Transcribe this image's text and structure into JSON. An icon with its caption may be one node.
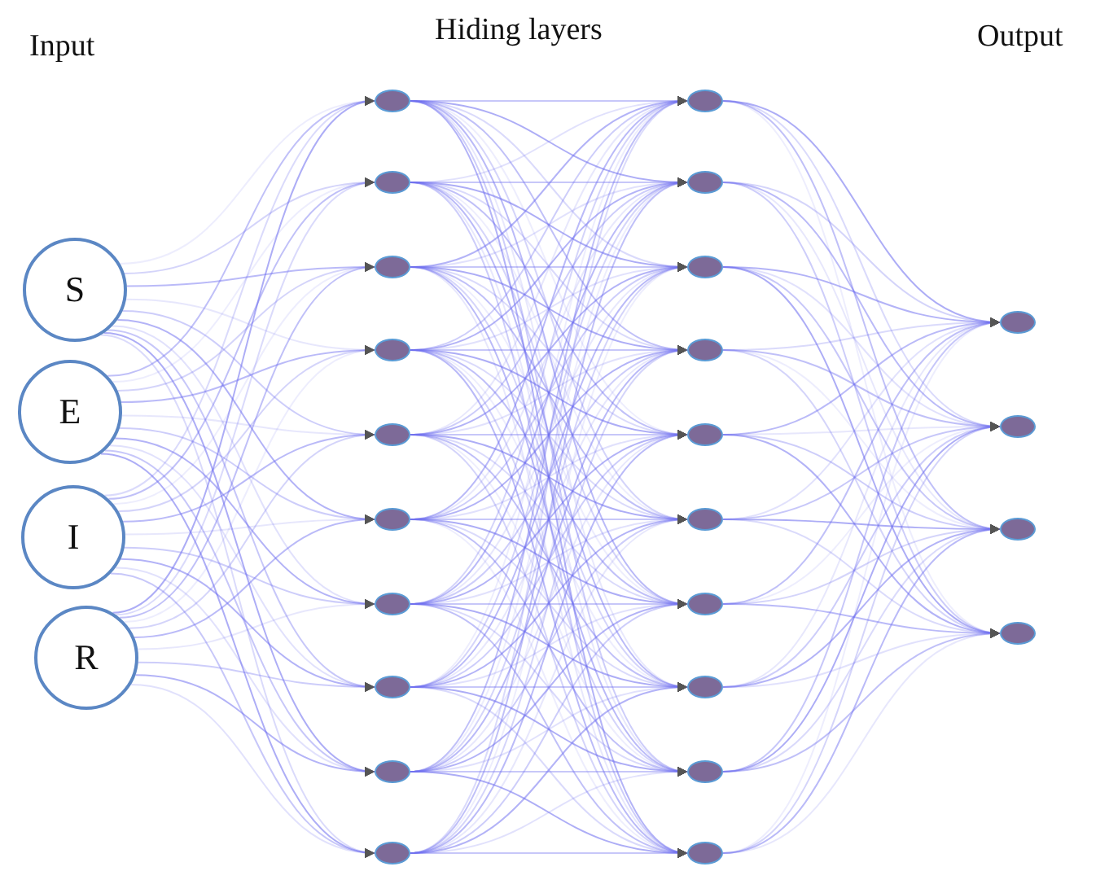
{
  "diagram": {
    "nodes": [
      {
        "text": [
          "S"
        ]
      },
      {
        "text": [
          "E"
        ]
      },
      {
        "text": [
          "I"
        ]
      },
      {
        "text": [
          "R"
        ]
      },
      {
        "text": [],
        "shape": "circle"
      },
      {
        "text": [],
        "shape": "circle"
      },
      {
        "text": [],
        "shape": "circle"
      },
      {
        "text": [],
        "shape": "circle"
      },
      {
        "text": [],
        "shape": "circle"
      },
      {
        "text": [],
        "shape": "circle"
      },
      {
        "text": [],
        "shape": "circle"
      },
      {
        "text": [],
        "shape": "circle"
      },
      {
        "text": [],
        "shape": "circle"
      },
      {
        "text": [],
        "shape": "circle"
      },
      {
        "text": [],
        "shape": "circle"
      },
      {
        "text": [],
        "shape": "circle"
      },
      {
        "text": [],
        "shape": "circle"
      },
      {
        "text": [],
        "shape": "circle"
      },
      {
        "text": [],
        "shape": "circle"
      },
      {
        "text": [],
        "shape": "circle"
      },
      {
        "text": [],
        "shape": "circle"
      },
      {
        "text": [],
        "shape": "circle"
      },
      {
        "text": [],
        "shape": "circle"
      },
      {
        "text": [],
        "shape": "circle"
      },
      {
        "text": [],
        "shape": "circle"
      },
      {
        "text": [],
        "shape": "circle"
      },
      {
        "text": [],
        "shape": "circle"
      },
      {
        "text": [],
        "shape": "circle"
      }
    ],
    "edges": [
      {
        "from": 0,
        "to": 4,
        "arrow": "to"
      },
      {
        "from": 0,
        "to": 5,
        "arrow": "to"
      },
      {
        "from": 0,
        "to": 6,
        "arrow": "to"
      },
      {
        "from": 0,
        "to": 7,
        "arrow": "to"
      },
      {
        "from": 0,
        "to": 8,
        "arrow": "to"
      },
      {
        "from": 0,
        "to": 9,
        "arrow": "to"
      },
      {
        "from": 0,
        "to": 10,
        "arrow": "to"
      },
      {
        "from": 0,
        "to": 11,
        "arrow": "to"
      },
      {
        "from": 0,
        "to": 12,
        "arrow": "to"
      },
      {
        "from": 0,
        "to": 13,
        "arrow": "to"
      },
      {
        "from": 1,
        "to": 4,
        "arrow": "to"
      },
      {
        "from": 1,
        "to": 5,
        "arrow": "to"
      },
      {
        "from": 1,
        "to": 6,
        "arrow": "to"
      },
      {
        "from": 1,
        "to": 7,
        "arrow": "to"
      },
      {
        "from": 1,
        "to": 8,
        "arrow": "to"
      },
      {
        "from": 1,
        "to": 9,
        "arrow": "to"
      },
      {
        "from": 1,
        "to": 10,
        "arrow": "to"
      },
      {
        "from": 1,
        "to": 11,
        "arrow": "to"
      },
      {
        "from": 1,
        "to": 12,
        "arrow": "to"
      },
      {
        "from": 1,
        "to": 13,
        "arrow": "to"
      },
      {
        "from": 2,
        "to": 4,
        "arrow": "to"
      },
      {
        "from": 2,
        "to": 5,
        "arrow": "to"
      },
      {
        "from": 2,
        "to": 6,
        "arrow": "to"
      },
      {
        "from": 2,
        "to": 7,
        "arrow": "to"
      },
      {
        "from": 2,
        "to": 8,
        "arrow": "to"
      },
      {
        "from": 2,
        "to": 9,
        "arrow": "to"
      },
      {
        "from": 2,
        "to": 10,
        "arrow": "to"
      },
      {
        "from": 2,
        "to": 11,
        "arrow": "to"
      },
      {
        "from": 2,
        "to": 12,
        "arrow": "to"
      },
      {
        "from": 2,
        "to": 13,
        "arrow": "to"
      },
      {
        "from": 3,
        "to": 4,
        "arrow": "to"
      },
      {
        "from": 3,
        "to": 5,
        "arrow": "to"
      },
      {
        "from": 3,
        "to": 6,
        "arrow": "to"
      },
      {
        "from": 3,
        "to": 7,
        "arrow": "to"
      },
      {
        "from": 3,
        "to": 8,
        "arrow": "to"
      },
      {
        "from": 3,
        "to": 9,
        "arrow": "to"
      },
      {
        "from": 3,
        "to": 10,
        "arrow": "to"
      },
      {
        "from": 3,
        "to": 11,
        "arrow": "to"
      },
      {
        "from": 3,
        "to": 12,
        "arrow": "to"
      },
      {
        "from": 3,
        "to": 13,
        "arrow": "to"
      },
      {
        "from": 4,
        "to": 14,
        "arrow": "to"
      },
      {
        "from": 4,
        "to": 15,
        "arrow": "to"
      },
      {
        "from": 4,
        "to": 16,
        "arrow": "to"
      },
      {
        "from": 4,
        "to": 17,
        "arrow": "to"
      },
      {
        "from": 4,
        "to": 18,
        "arrow": "to"
      },
      {
        "from": 4,
        "to": 19,
        "arrow": "to"
      },
      {
        "from": 4,
        "to": 20,
        "arrow": "to"
      },
      {
        "from": 4,
        "to": 21,
        "arrow": "to"
      },
      {
        "from": 4,
        "to": 22,
        "arrow": "to"
      },
      {
        "from": 4,
        "to": 23,
        "arrow": "to"
      },
      {
        "from": 5,
        "to": 14,
        "arrow": "to"
      },
      {
        "from": 5,
        "to": 15,
        "arrow": "to"
      },
      {
        "from": 5,
        "to": 16,
        "arrow": "to"
      },
      {
        "from": 5,
        "to": 17,
        "arrow": "to"
      },
      {
        "from": 5,
        "to": 18,
        "arrow": "to"
      },
      {
        "from": 5,
        "to": 19,
        "arrow": "to"
      },
      {
        "from": 5,
        "to": 20,
        "arrow": "to"
      },
      {
        "from": 5,
        "to": 21,
        "arrow": "to"
      },
      {
        "from": 5,
        "to": 22,
        "arrow": "to"
      },
      {
        "from": 5,
        "to": 23,
        "arrow": "to"
      },
      {
        "from": 6,
        "to": 14,
        "arrow": "to"
      },
      {
        "from": 6,
        "to": 15,
        "arrow": "to"
      },
      {
        "from": 6,
        "to": 16,
        "arrow": "to"
      },
      {
        "from": 6,
        "to": 17,
        "arrow": "to"
      },
      {
        "from": 6,
        "to": 18,
        "arrow": "to"
      },
      {
        "from": 6,
        "to": 19,
        "arrow": "to"
      },
      {
        "from": 6,
        "to": 20,
        "arrow": "to"
      },
      {
        "from": 6,
        "to": 21,
        "arrow": "to"
      },
      {
        "from": 6,
        "to": 22,
        "arrow": "to"
      },
      {
        "from": 6,
        "to": 23,
        "arrow": "to"
      },
      {
        "from": 7,
        "to": 14,
        "arrow": "to"
      },
      {
        "from": 7,
        "to": 15,
        "arrow": "to"
      },
      {
        "from": 7,
        "to": 16,
        "arrow": "to"
      },
      {
        "from": 7,
        "to": 17,
        "arrow": "to"
      },
      {
        "from": 7,
        "to": 18,
        "arrow": "to"
      },
      {
        "from": 7,
        "to": 19,
        "arrow": "to"
      },
      {
        "from": 7,
        "to": 20,
        "arrow": "to"
      },
      {
        "from": 7,
        "to": 21,
        "arrow": "to"
      },
      {
        "from": 7,
        "to": 22,
        "arrow": "to"
      },
      {
        "from": 7,
        "to": 23,
        "arrow": "to"
      },
      {
        "from": 8,
        "to": 14,
        "arrow": "to"
      },
      {
        "from": 8,
        "to": 15,
        "arrow": "to"
      },
      {
        "from": 8,
        "to": 16,
        "arrow": "to"
      },
      {
        "from": 8,
        "to": 17,
        "arrow": "to"
      },
      {
        "from": 8,
        "to": 18,
        "arrow": "to"
      },
      {
        "from": 8,
        "to": 19,
        "arrow": "to"
      },
      {
        "from": 8,
        "to": 20,
        "arrow": "to"
      },
      {
        "from": 8,
        "to": 21,
        "arrow": "to"
      },
      {
        "from": 8,
        "to": 22,
        "arrow": "to"
      },
      {
        "from": 8,
        "to": 23,
        "arrow": "to"
      },
      {
        "from": 9,
        "to": 14,
        "arrow": "to"
      },
      {
        "from": 9,
        "to": 15,
        "arrow": "to"
      },
      {
        "from": 9,
        "to": 16,
        "arrow": "to"
      },
      {
        "from": 9,
        "to": 17,
        "arrow": "to"
      },
      {
        "from": 9,
        "to": 18,
        "arrow": "to"
      },
      {
        "from": 9,
        "to": 19,
        "arrow": "to"
      },
      {
        "from": 9,
        "to": 20,
        "arrow": "to"
      },
      {
        "from": 9,
        "to": 21,
        "arrow": "to"
      },
      {
        "from": 9,
        "to": 22,
        "arrow": "to"
      },
      {
        "from": 9,
        "to": 23,
        "arrow": "to"
      },
      {
        "from": 10,
        "to": 14,
        "arrow": "to"
      },
      {
        "from": 10,
        "to": 15,
        "arrow": "to"
      },
      {
        "from": 10,
        "to": 16,
        "arrow": "to"
      },
      {
        "from": 10,
        "to": 17,
        "arrow": "to"
      },
      {
        "from": 10,
        "to": 18,
        "arrow": "to"
      },
      {
        "from": 10,
        "to": 19,
        "arrow": "to"
      },
      {
        "from": 10,
        "to": 20,
        "arrow": "to"
      },
      {
        "from": 10,
        "to": 21,
        "arrow": "to"
      },
      {
        "from": 10,
        "to": 22,
        "arrow": "to"
      },
      {
        "from": 10,
        "to": 23,
        "arrow": "to"
      },
      {
        "from": 11,
        "to": 14,
        "arrow": "to"
      },
      {
        "from": 11,
        "to": 15,
        "arrow": "to"
      },
      {
        "from": 11,
        "to": 16,
        "arrow": "to"
      },
      {
        "from": 11,
        "to": 17,
        "arrow": "to"
      },
      {
        "from": 11,
        "to": 18,
        "arrow": "to"
      },
      {
        "from": 11,
        "to": 19,
        "arrow": "to"
      },
      {
        "from": 11,
        "to": 20,
        "arrow": "to"
      },
      {
        "from": 11,
        "to": 21,
        "arrow": "to"
      },
      {
        "from": 11,
        "to": 22,
        "arrow": "to"
      },
      {
        "from": 11,
        "to": 23,
        "arrow": "to"
      },
      {
        "from": 12,
        "to": 14,
        "arrow": "to"
      },
      {
        "from": 12,
        "to": 15,
        "arrow": "to"
      },
      {
        "from": 12,
        "to": 16,
        "arrow": "to"
      },
      {
        "from": 12,
        "to": 17,
        "arrow": "to"
      },
      {
        "from": 12,
        "to": 18,
        "arrow": "to"
      },
      {
        "from": 12,
        "to": 19,
        "arrow": "to"
      },
      {
        "from": 12,
        "to": 20,
        "arrow": "to"
      },
      {
        "from": 12,
        "to": 21,
        "arrow": "to"
      },
      {
        "from": 12,
        "to": 22,
        "arrow": "to"
      },
      {
        "from": 12,
        "to": 23,
        "arrow": "to"
      },
      {
        "from": 13,
        "to": 14,
        "arrow": "to"
      },
      {
        "from": 13,
        "to": 15,
        "arrow": "to"
      },
      {
        "from": 13,
        "to": 16,
        "arrow": "to"
      },
      {
        "from": 13,
        "to": 17,
        "arrow": "to"
      },
      {
        "from": 13,
        "to": 18,
        "arrow": "to"
      },
      {
        "from": 13,
        "to": 19,
        "arrow": "to"
      },
      {
        "from": 13,
        "to": 20,
        "arrow": "to"
      },
      {
        "from": 13,
        "to": 21,
        "arrow": "to"
      },
      {
        "from": 13,
        "to": 22,
        "arrow": "to"
      },
      {
        "from": 13,
        "to": 23,
        "arrow": "to"
      },
      {
        "from": 14,
        "to": 24,
        "arrow": "to"
      },
      {
        "from": 14,
        "to": 25,
        "arrow": "to"
      },
      {
        "from": 14,
        "to": 26,
        "arrow": "to"
      },
      {
        "from": 14,
        "to": 27,
        "arrow": "to"
      },
      {
        "from": 15,
        "to": 24,
        "arrow": "to"
      },
      {
        "from": 15,
        "to": 25,
        "arrow": "to"
      },
      {
        "from": 15,
        "to": 26,
        "arrow": "to"
      },
      {
        "from": 15,
        "to": 27,
        "arrow": "to"
      },
      {
        "from": 16,
        "to": 24,
        "arrow": "to"
      },
      {
        "from": 16,
        "to": 25,
        "arrow": "to"
      },
      {
        "from": 16,
        "to": 26,
        "arrow": "to"
      },
      {
        "from": 16,
        "to": 27,
        "arrow": "to"
      },
      {
        "from": 17,
        "to": 24,
        "arrow": "to"
      },
      {
        "from": 17,
        "to": 25,
        "arrow": "to"
      },
      {
        "from": 17,
        "to": 26,
        "arrow": "to"
      },
      {
        "from": 17,
        "to": 27,
        "arrow": "to"
      },
      {
        "from": 18,
        "to": 24,
        "arrow": "to"
      },
      {
        "from": 18,
        "to": 25,
        "arrow": "to"
      },
      {
        "from": 18,
        "to": 26,
        "arrow": "to"
      },
      {
        "from": 18,
        "to": 27,
        "arrow": "to"
      },
      {
        "from": 19,
        "to": 24,
        "arrow": "to"
      },
      {
        "from": 19,
        "to": 25,
        "arrow": "to"
      },
      {
        "from": 19,
        "to": 26,
        "arrow": "to"
      },
      {
        "from": 19,
        "to": 27,
        "arrow": "to"
      },
      {
        "from": 20,
        "to": 24,
        "arrow": "to"
      },
      {
        "from": 20,
        "to": 25,
        "arrow": "to"
      },
      {
        "from": 20,
        "to": 26,
        "arrow": "to"
      },
      {
        "from": 20,
        "to": 27,
        "arrow": "to"
      },
      {
        "from": 21,
        "to": 24,
        "arrow": "to"
      },
      {
        "from": 21,
        "to": 25,
        "arrow": "to"
      },
      {
        "from": 21,
        "to": 26,
        "arrow": "to"
      },
      {
        "from": 21,
        "to": 27,
        "arrow": "to"
      },
      {
        "from": 22,
        "to": 24,
        "arrow": "to"
      },
      {
        "from": 22,
        "to": 25,
        "arrow": "to"
      },
      {
        "from": 22,
        "to": 26,
        "arrow": "to"
      },
      {
        "from": 22,
        "to": 27,
        "arrow": "to"
      },
      {
        "from": 23,
        "to": 24,
        "arrow": "to"
      },
      {
        "from": 23,
        "to": 25,
        "arrow": "to"
      },
      {
        "from": 23,
        "to": 26,
        "arrow": "to"
      },
      {
        "from": 23,
        "to": 27,
        "arrow": "to"
      }
    ],
    "labels": [
      "Input",
      "Hiding layers",
      "Output"
    ]
  }
}
